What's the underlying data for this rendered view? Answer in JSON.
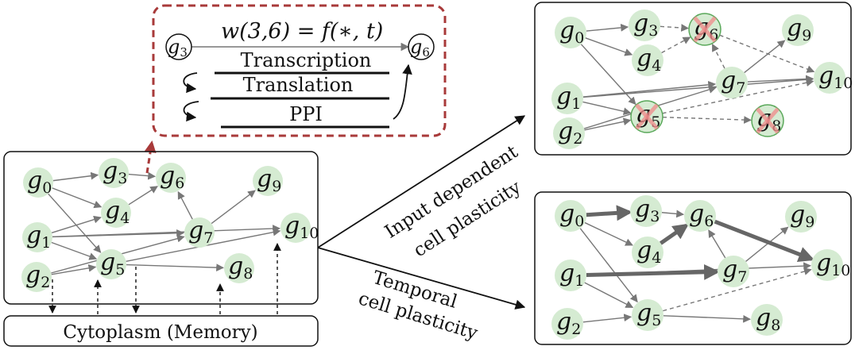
{
  "callout": {
    "formula": "w(3,6) = f(∗, t)",
    "source_node": "g3",
    "target_node": "g6",
    "layers": [
      "Transcription",
      "Translation",
      "PPI"
    ]
  },
  "memory_box": {
    "label": "Cytoplasm (Memory)"
  },
  "arrow_labels": {
    "upper": [
      "Input dependent",
      "cell plasticity"
    ],
    "lower": [
      "Temporal",
      "cell plasticity"
    ]
  },
  "nodes": [
    "g0",
    "g1",
    "g2",
    "g3",
    "g4",
    "g5",
    "g6",
    "g7",
    "g8",
    "g9",
    "g10"
  ],
  "base_network": {
    "edges": [
      [
        "g0",
        "g3"
      ],
      [
        "g0",
        "g4"
      ],
      [
        "g0",
        "g5"
      ],
      [
        "g3",
        "g6"
      ],
      [
        "g4",
        "g6"
      ],
      [
        "g7",
        "g6"
      ],
      [
        "g7",
        "g9"
      ],
      [
        "g1",
        "g4"
      ],
      [
        "g1",
        "g7"
      ],
      [
        "g1",
        "g10"
      ],
      [
        "g1",
        "g5"
      ],
      [
        "g2",
        "g7"
      ],
      [
        "g2",
        "g5"
      ],
      [
        "g5",
        "g10"
      ],
      [
        "g5",
        "g8"
      ]
    ],
    "memory_links_down": [
      "g2",
      "g5"
    ],
    "memory_links_up": [
      "g5",
      "g8",
      "g10"
    ]
  },
  "input_plasticity_network": {
    "removed_nodes": [
      "g5",
      "g6",
      "g8"
    ],
    "edges": [
      [
        "g0",
        "g3"
      ],
      [
        "g0",
        "g4"
      ],
      [
        "g0",
        "g5"
      ],
      [
        "g1",
        "g5"
      ],
      [
        "g1",
        "g7"
      ],
      [
        "g1",
        "g10"
      ],
      [
        "g2",
        "g5"
      ],
      [
        "g2",
        "g7"
      ],
      [
        "g7",
        "g9"
      ],
      [
        "g7",
        "g10"
      ]
    ],
    "dashed_edges": [
      [
        "g3",
        "g6"
      ],
      [
        "g4",
        "g6"
      ],
      [
        "g7",
        "g6"
      ],
      [
        "g6",
        "g10"
      ],
      [
        "g5",
        "g10"
      ],
      [
        "g5",
        "g8"
      ]
    ]
  },
  "temporal_plasticity_network": {
    "edges": [
      [
        "g0",
        "g4"
      ],
      [
        "g0",
        "g5"
      ],
      [
        "g3",
        "g6"
      ],
      [
        "g1",
        "g5"
      ],
      [
        "g1",
        "g10"
      ],
      [
        "g2",
        "g5"
      ],
      [
        "g5",
        "g8"
      ],
      [
        "g7",
        "g6"
      ],
      [
        "g7",
        "g9"
      ]
    ],
    "thick_edges": [
      [
        "g0",
        "g3"
      ],
      [
        "g4",
        "g6"
      ],
      [
        "g1",
        "g7"
      ],
      [
        "g6",
        "g10"
      ]
    ],
    "dashed_edges": [
      [
        "g5",
        "g10"
      ]
    ]
  },
  "colors": {
    "node_fill": "#d5ebd2",
    "edge": "#777777",
    "thick_edge": "#666666",
    "callout_border": "#a83a3a",
    "cross": "#f08a8a",
    "removed_ring": "#5aa85a"
  }
}
